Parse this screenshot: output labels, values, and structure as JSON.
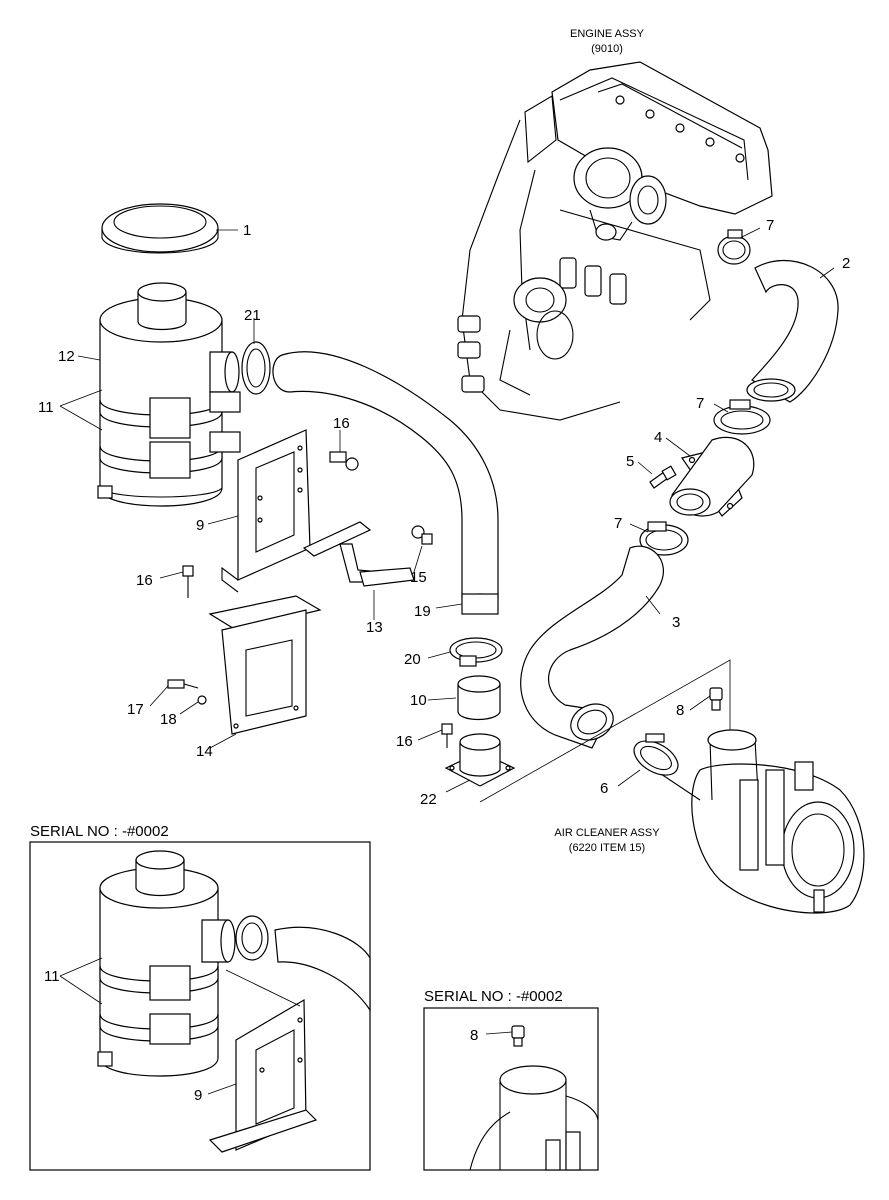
{
  "assemblies": {
    "engine": {
      "title": "ENGINE ASSY",
      "code": "(9010)"
    },
    "air_cleaner": {
      "title": "AIR CLEANER ASSY",
      "ref": "(6220 ITEM 15)"
    }
  },
  "callouts": {
    "p1": "1",
    "p2": "2",
    "p3": "3",
    "p4": "4",
    "p5": "5",
    "p6": "6",
    "p7a": "7",
    "p7b": "7",
    "p7c": "7",
    "p8": "8",
    "p9": "9",
    "p10": "10",
    "p11": "11",
    "p12": "12",
    "p13": "13",
    "p14": "14",
    "p15": "15",
    "p16a": "16",
    "p16b": "16",
    "p16c": "16",
    "p17": "17",
    "p18": "18",
    "p19": "19",
    "p20": "20",
    "p21": "21",
    "p22": "22"
  },
  "inset_left": {
    "serial_label": "SERIAL NO : -#0002",
    "callouts": {
      "p11": "11",
      "p9": "9"
    }
  },
  "inset_right": {
    "serial_label": "SERIAL NO : -#0002",
    "callouts": {
      "p8": "8"
    }
  }
}
